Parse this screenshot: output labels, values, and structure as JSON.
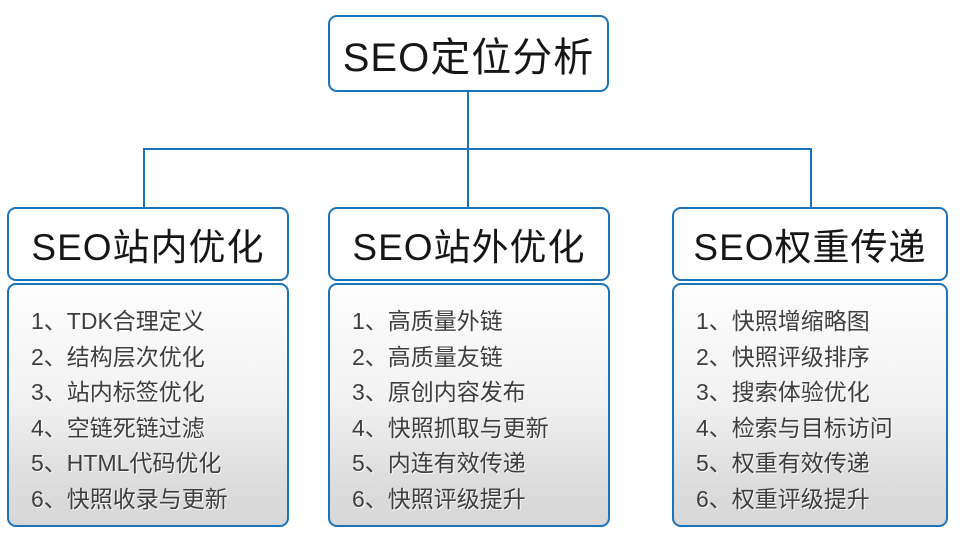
{
  "root": {
    "label": "SEO定位分析"
  },
  "columns": [
    {
      "title": "SEO站内优化",
      "items": [
        "1、TDK合理定义",
        "2、结构层次优化",
        "3、站内标签优化",
        "4、空链死链过滤",
        "5、HTML代码优化",
        "6、快照收录与更新"
      ]
    },
    {
      "title": "SEO站外优化",
      "items": [
        "1、高质量外链",
        "2、高质量友链",
        "3、原创内容发布",
        "4、快照抓取与更新",
        "5、内连有效传递",
        "6、快照评级提升"
      ]
    },
    {
      "title": "SEO权重传递",
      "items": [
        "1、快照增缩略图",
        "2、快照评级排序",
        "3、搜索体验优化",
        "4、检索与目标访问",
        "5、权重有效传递",
        "6、权重评级提升"
      ]
    }
  ],
  "colors": {
    "accent": "#1b74ba",
    "node_background": "#ffffff",
    "list_background_top": "#fdfdfd",
    "list_background_bottom": "#d7d7d7",
    "heading_text": "#161616",
    "list_text": "#3e3e3e"
  }
}
